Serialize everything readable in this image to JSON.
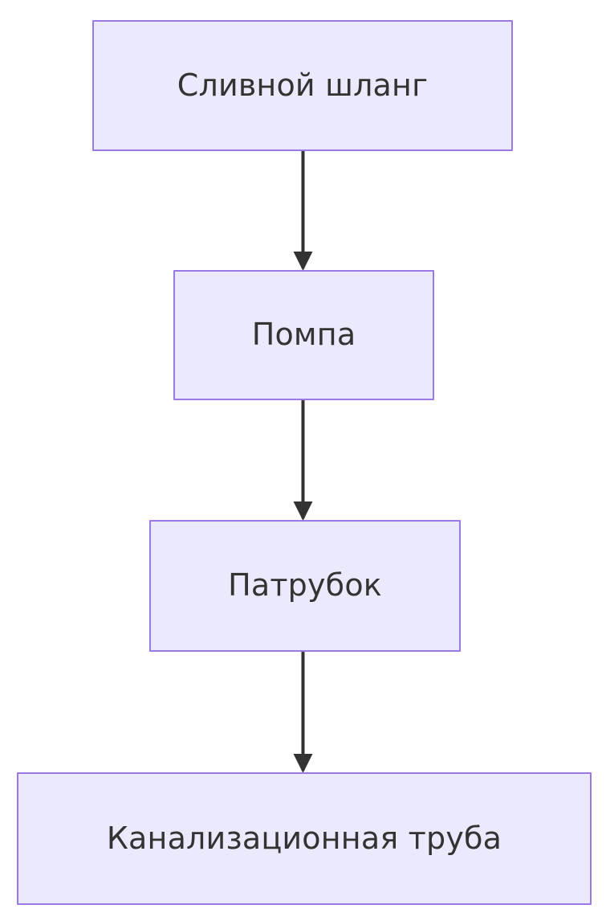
{
  "diagram": {
    "type": "flowchart",
    "orientation": "top-to-bottom",
    "background_color": "#ffffff",
    "node_fill_color": "#ebe9fc",
    "node_border_color": "#9c78e6",
    "node_text_color": "#333333",
    "edge_color": "#333333",
    "nodes": [
      {
        "id": "drain-hose",
        "label": "Сливной шланг"
      },
      {
        "id": "pump",
        "label": "Помпа"
      },
      {
        "id": "nozzle",
        "label": "Патрубок"
      },
      {
        "id": "sewer-pipe",
        "label": "Канализационная труба"
      }
    ],
    "edges": [
      {
        "from": "drain-hose",
        "to": "pump",
        "label": "",
        "arrowhead": "solid-triangle"
      },
      {
        "from": "pump",
        "to": "nozzle",
        "label": "",
        "arrowhead": "solid-triangle"
      },
      {
        "from": "nozzle",
        "to": "sewer-pipe",
        "label": "",
        "arrowhead": "solid-triangle"
      }
    ]
  }
}
